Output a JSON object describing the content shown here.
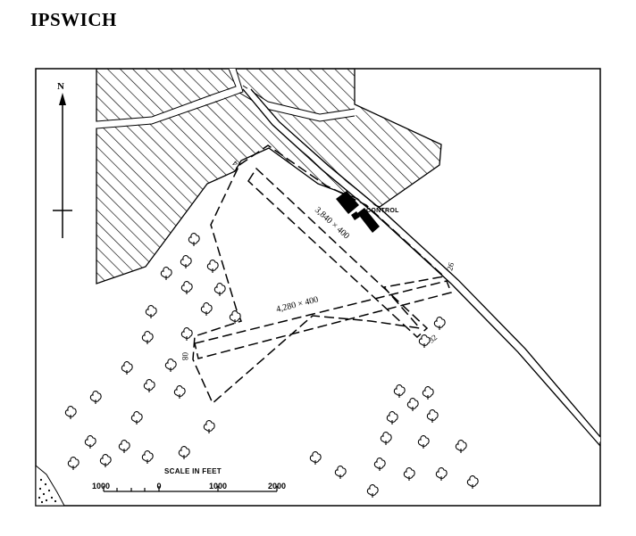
{
  "title": "IPSWICH",
  "north_label": "N",
  "control_label": "CONTROL",
  "runways": [
    {
      "label": "3,840 × 400",
      "ends": [
        "14",
        "32"
      ]
    },
    {
      "label": "4,280 × 400",
      "ends": [
        "08",
        "26"
      ]
    }
  ],
  "scale": {
    "caption": "SCALE IN FEET",
    "ticks": [
      "1000",
      "0",
      "1000",
      "2000"
    ]
  },
  "colors": {
    "ink": "#000000",
    "paper": "#ffffff"
  },
  "icons": [
    "north-arrow-icon",
    "tree-icon",
    "hatched-woodland"
  ]
}
